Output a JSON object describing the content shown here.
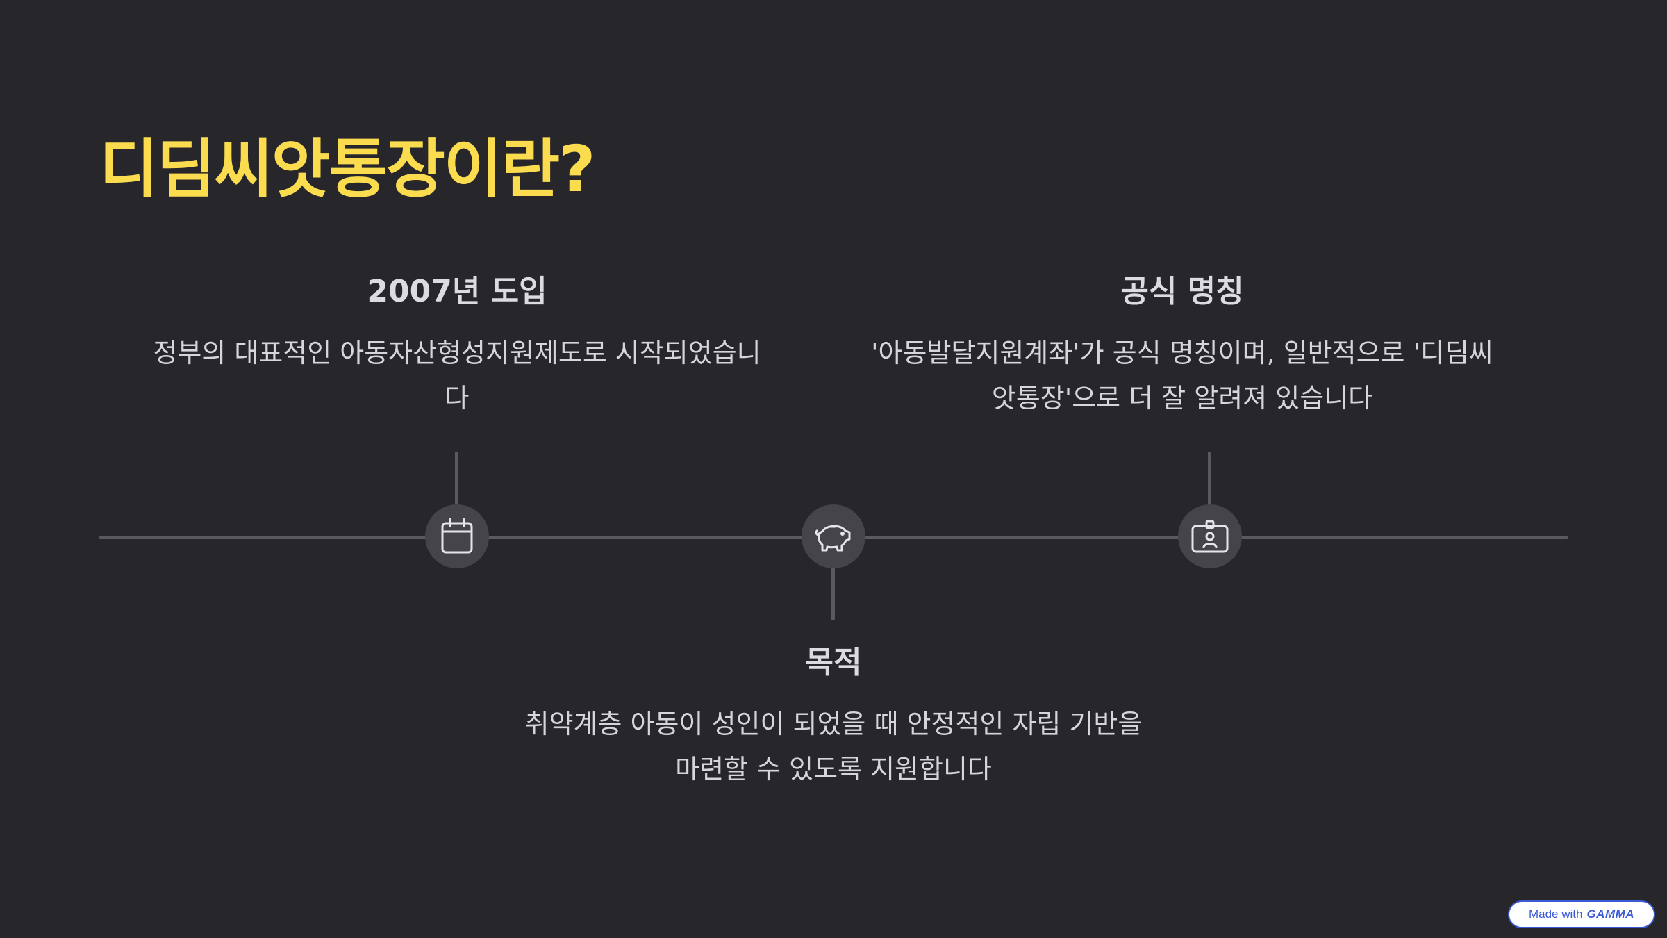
{
  "slide": {
    "title": "디딤씨앗통장이란?"
  },
  "timeline": {
    "items": [
      {
        "heading": "2007년 도입",
        "description_line1": "정부의 대표적인 아동자산형성지원제도로 시작되었습니",
        "description_line2": "다",
        "icon": "calendar-icon"
      },
      {
        "heading": "목적",
        "description_line1": "취약계층 아동이 성인이 되었을 때 안정적인 자립 기반을",
        "description_line2": "마련할 수 있도록 지원합니다",
        "icon": "piggy-bank-icon"
      },
      {
        "heading": "공식 명칭",
        "description_line1": "'아동발달지원계좌'가 공식 명칭이며, 일반적으로 '디딤씨",
        "description_line2": "앗통장'으로 더 잘 알려져 있습니다",
        "icon": "id-badge-icon"
      }
    ]
  },
  "badge": {
    "prefix": "Made with",
    "brand": "GAMMA"
  },
  "colors": {
    "background": "#27262b",
    "title": "#fbdc4f",
    "text": "#d6d5da",
    "line": "#5a595f",
    "node": "#45444a",
    "badge_accent": "#3d5bd6"
  }
}
